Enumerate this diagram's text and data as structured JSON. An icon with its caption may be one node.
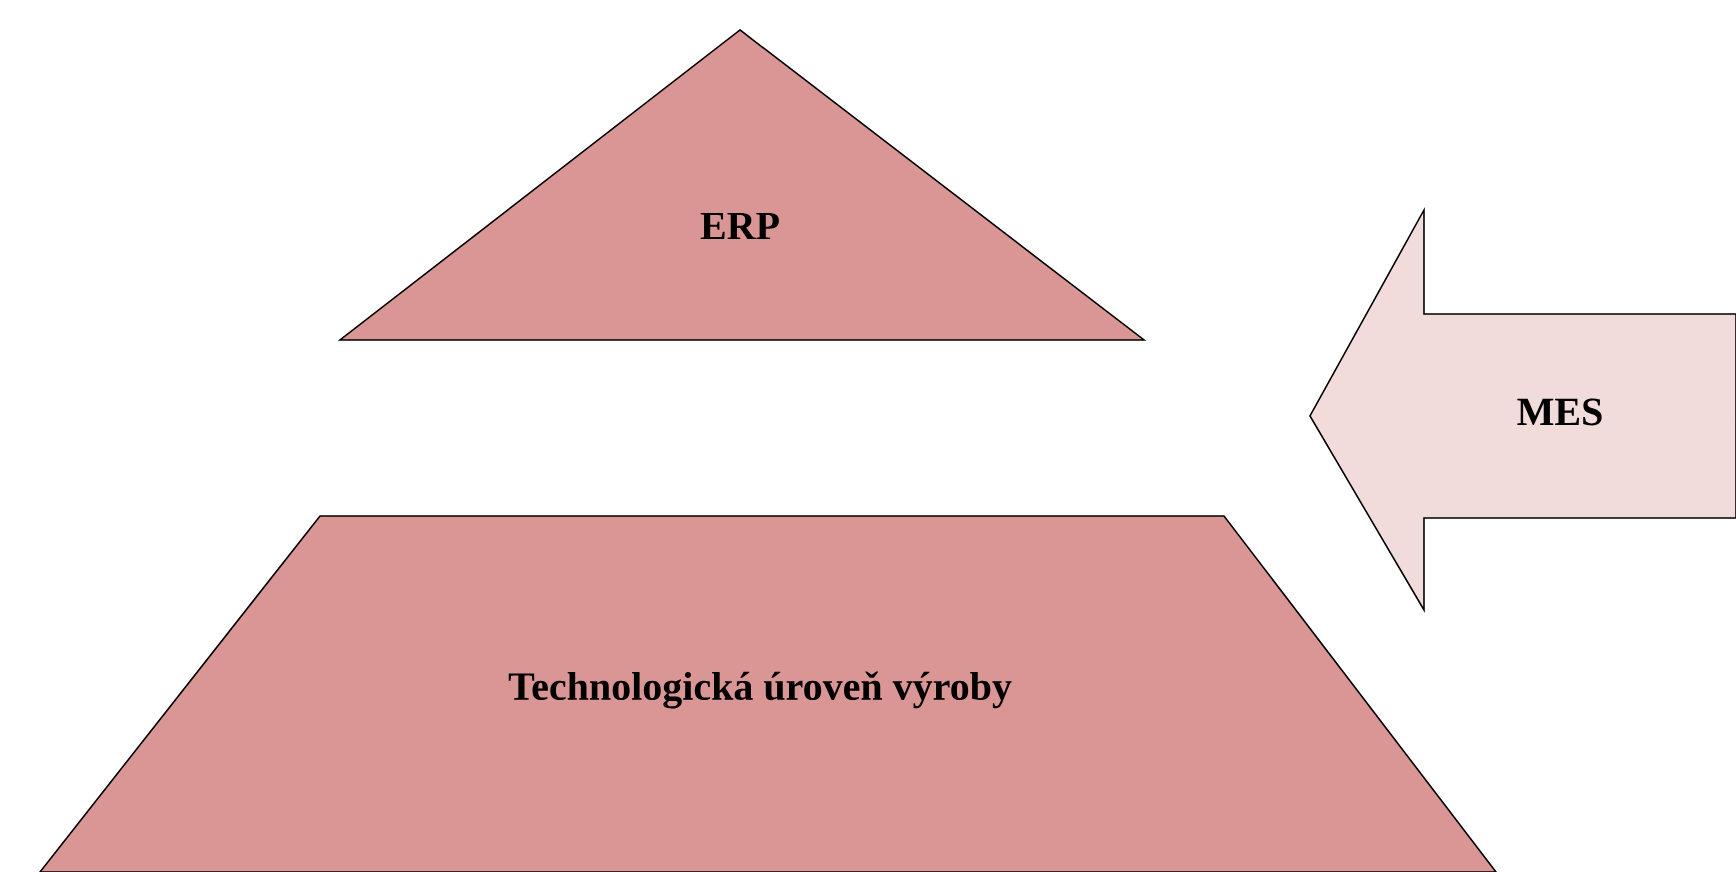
{
  "diagram": {
    "nodes": [
      {
        "text": [
          "ERP"
        ]
      },
      {
        "text": [
          "Technologická úroveň výroby"
        ]
      },
      {
        "text": [
          "MES"
        ]
      }
    ]
  }
}
